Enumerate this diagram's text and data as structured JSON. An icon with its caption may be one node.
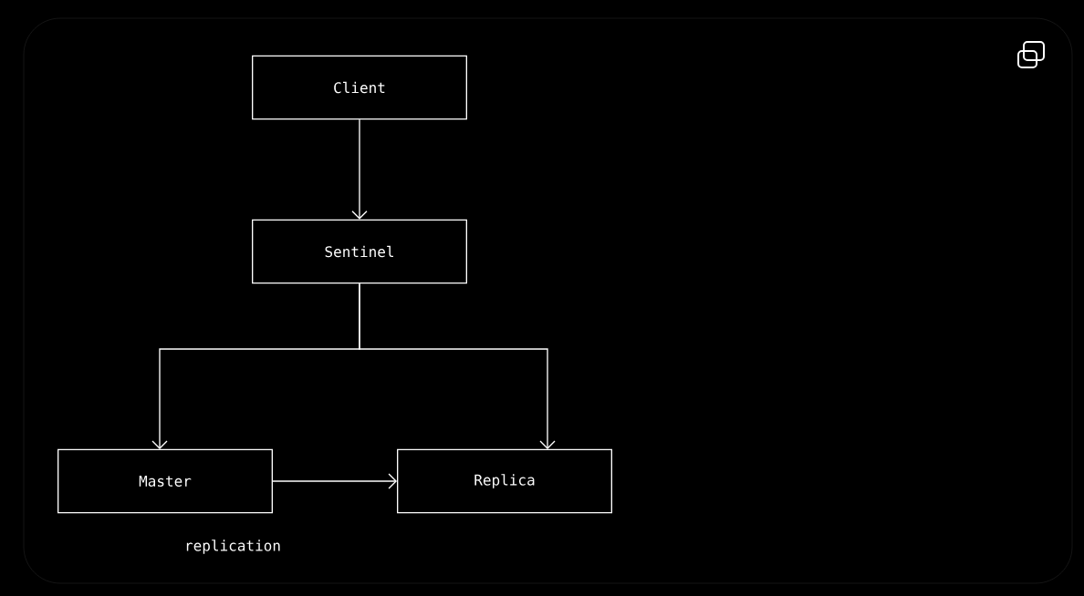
{
  "diagram": {
    "nodes": [
      {
        "text": [
          "Client"
        ]
      },
      {
        "text": [
          "Sentinel"
        ]
      },
      {
        "text": [
          "Master"
        ]
      },
      {
        "text": [
          "Replica"
        ]
      }
    ],
    "edges": [
      {
        "from": 0,
        "to": 1,
        "arrow": "to"
      },
      {
        "from": 1,
        "to": 2,
        "arrow": "to"
      },
      {
        "from": 1,
        "to": 3,
        "arrow": "to"
      },
      {
        "from": 2,
        "to": 3,
        "arrow": "to"
      }
    ],
    "labels": [
      "replication"
    ]
  }
}
